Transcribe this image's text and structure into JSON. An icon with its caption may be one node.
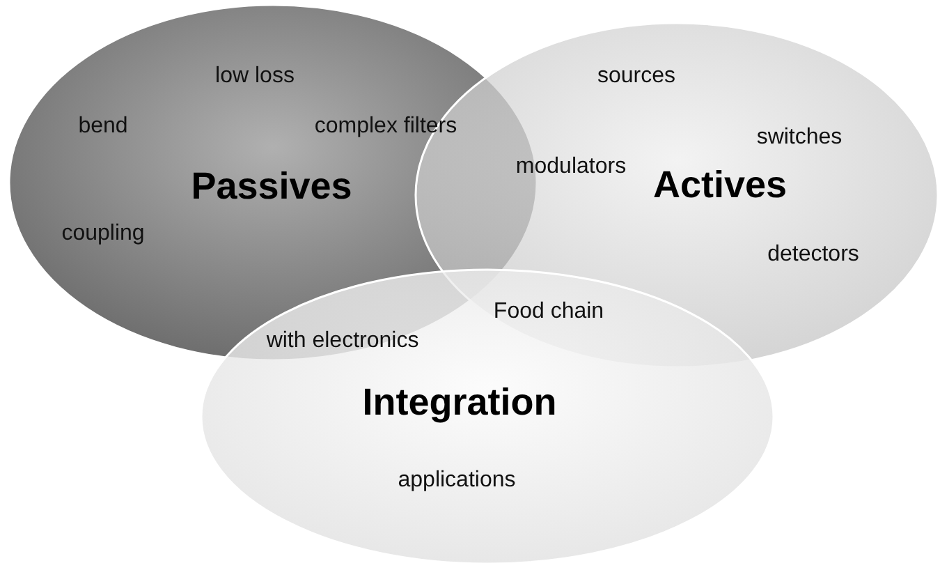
{
  "diagram": {
    "nodes": [
      {
        "text": [
          "Passives"
        ]
      },
      {
        "text": [
          "Actives"
        ]
      },
      {
        "text": [
          "Integration"
        ]
      }
    ],
    "labels": [
      "low loss",
      "sources",
      "bend",
      "complex filters",
      "switches",
      "modulators",
      "coupling",
      "detectors",
      "Food chain",
      "with electronics",
      "applications"
    ]
  }
}
